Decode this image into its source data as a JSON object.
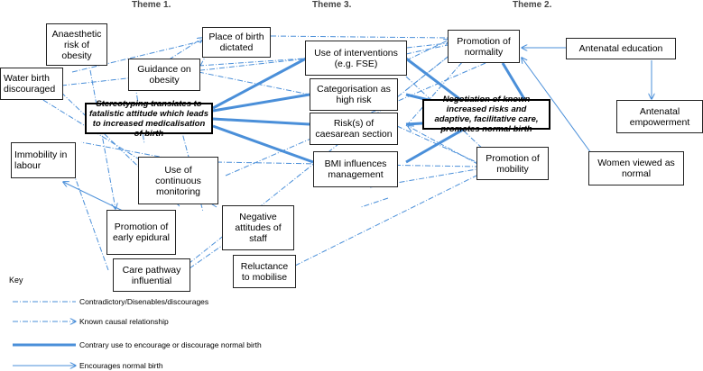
{
  "themes": {
    "t1": "Theme 1.",
    "t3": "Theme 3.",
    "t2": "Theme 2."
  },
  "nodes": {
    "anaesthetic": "Anaesthetic risk of obesity",
    "water_birth": "Water birth discouraged",
    "guidance": "Guidance on obesity",
    "place_of_birth": "Place of birth dictated",
    "use_interventions": "Use of interventions (e.g. FSE)",
    "categorisation": "Categorisation as high risk",
    "risks_caesarean": "Risk(s) of caesarean section",
    "bmi": "BMI influences management",
    "promotion_normality": "Promotion of normality",
    "antenatal_education": "Antenatal education",
    "antenatal_empowerment": "Antenatal empowerment",
    "women_normal": "Women viewed as normal",
    "promotion_mobility": "Promotion of mobility",
    "immobility": "Immobility in labour",
    "continuous_monitoring": "Use of continuous monitoring",
    "early_epidural": "Promotion of early epidural",
    "care_pathway": "Care pathway influential",
    "negative_attitudes": "Negative attitudes of staff",
    "reluctance": "Reluctance to mobilise",
    "stereotyping": "Stereotyping translates to fatalistic attitude which leads to increased medicalisation of birth",
    "negotiation": "Negotiation of known increased risks and adaptive, facilitative care, promotes normal birth"
  },
  "key": {
    "title": "Key",
    "items": [
      "Contradictory/Disenables/discourages",
      "Known causal relationship",
      "Contrary use to encourage or discourage normal birth",
      "Encourages normal birth"
    ]
  },
  "colors": {
    "line": "#4a8fd9",
    "box_border": "#222222"
  }
}
